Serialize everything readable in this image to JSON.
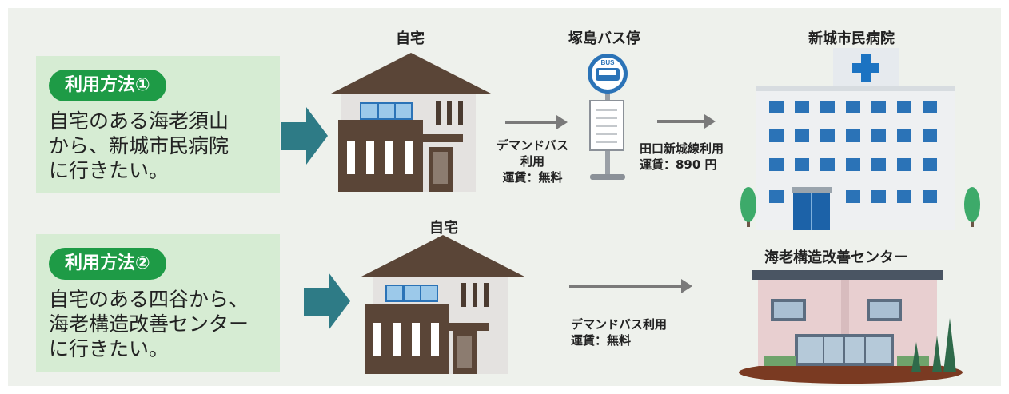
{
  "scenarios": [
    {
      "badge": "利用方法①",
      "lines": [
        "自宅のある海老須山",
        "から、新城市民病院",
        "に行きたい。"
      ],
      "home_label": "自宅",
      "stop_label": "塚島バス停",
      "destination_label": "新城市民病院",
      "leg1_lines": [
        "デマンドバス",
        "利用",
        "運賃：無料"
      ],
      "leg2_lines": [
        "田口新城線利用",
        "運賃：890 円"
      ],
      "bus_sign_text": "BUS"
    },
    {
      "badge": "利用方法②",
      "lines": [
        "自宅のある四谷から、",
        "海老構造改善センター",
        "に行きたい。"
      ],
      "home_label": "自宅",
      "destination_label": "海老構造改善センター",
      "leg1_lines": [
        "デマンドバス利用",
        "運賃：無料"
      ]
    }
  ],
  "colors": {
    "panel_bg": "#eef1ec",
    "scenario_box": "#d6ecd3",
    "badge": "#1e9b46",
    "big_arrow": "#2e7b86",
    "thin_arrow": "#7a7a7a",
    "house_roof": "#5a4537",
    "house_wall": "#e4e2e0",
    "hospital_wall": "#eef0f2",
    "hospital_window": "#2b73b7",
    "hospital_cross": "#1c73c2"
  },
  "icons": [
    "arrow-right-icon",
    "house-icon",
    "bus-stop-icon",
    "hospital-icon",
    "community-center-icon",
    "tree-icon"
  ]
}
